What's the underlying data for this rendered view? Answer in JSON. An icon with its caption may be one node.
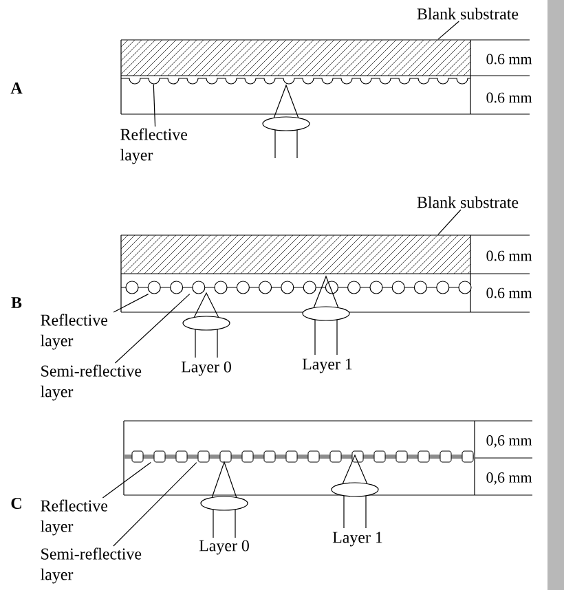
{
  "diagram": {
    "nodes": [
      {
        "text": [
          "Blank substrate"
        ]
      },
      {
        "text": [],
        "shape": "box"
      },
      {
        "text": [],
        "shape": "bar"
      },
      {
        "text": [
          "Reflective layer"
        ]
      },
      {
        "text": [
          "Blank substrate"
        ]
      },
      {
        "text": [],
        "shape": "box"
      },
      {
        "text": [],
        "shape": "bar"
      },
      {
        "text": [
          "Reflective layer"
        ]
      },
      {
        "text": [
          "Semi-reflective layer"
        ]
      },
      {
        "text": [],
        "shape": "bar"
      },
      {
        "text": [
          "Reflective layer"
        ]
      },
      {
        "text": [
          "Semi-reflective layer"
        ]
      }
    ],
    "edges": [
      {
        "from": 0,
        "to": 1,
        "arrow": "none"
      },
      {
        "from": 3,
        "to": 2,
        "arrow": "none"
      },
      {
        "from": 4,
        "to": 5,
        "arrow": "none"
      },
      {
        "from": 7,
        "to": 6,
        "arrow": "none"
      },
      {
        "from": 8,
        "to": 6,
        "arrow": "none"
      },
      {
        "from": 10,
        "to": 9,
        "arrow": "none"
      },
      {
        "from": 11,
        "to": 9,
        "arrow": "none"
      }
    ],
    "labels": [
      "0.6 mm",
      "A",
      "0.6 mm",
      "0.6 mm",
      "0.6 mm",
      "B",
      "Layer 0",
      "Layer 1",
      "0,6 mm",
      "0,6 mm",
      "C",
      "Layer 0",
      "Layer 1"
    ]
  }
}
